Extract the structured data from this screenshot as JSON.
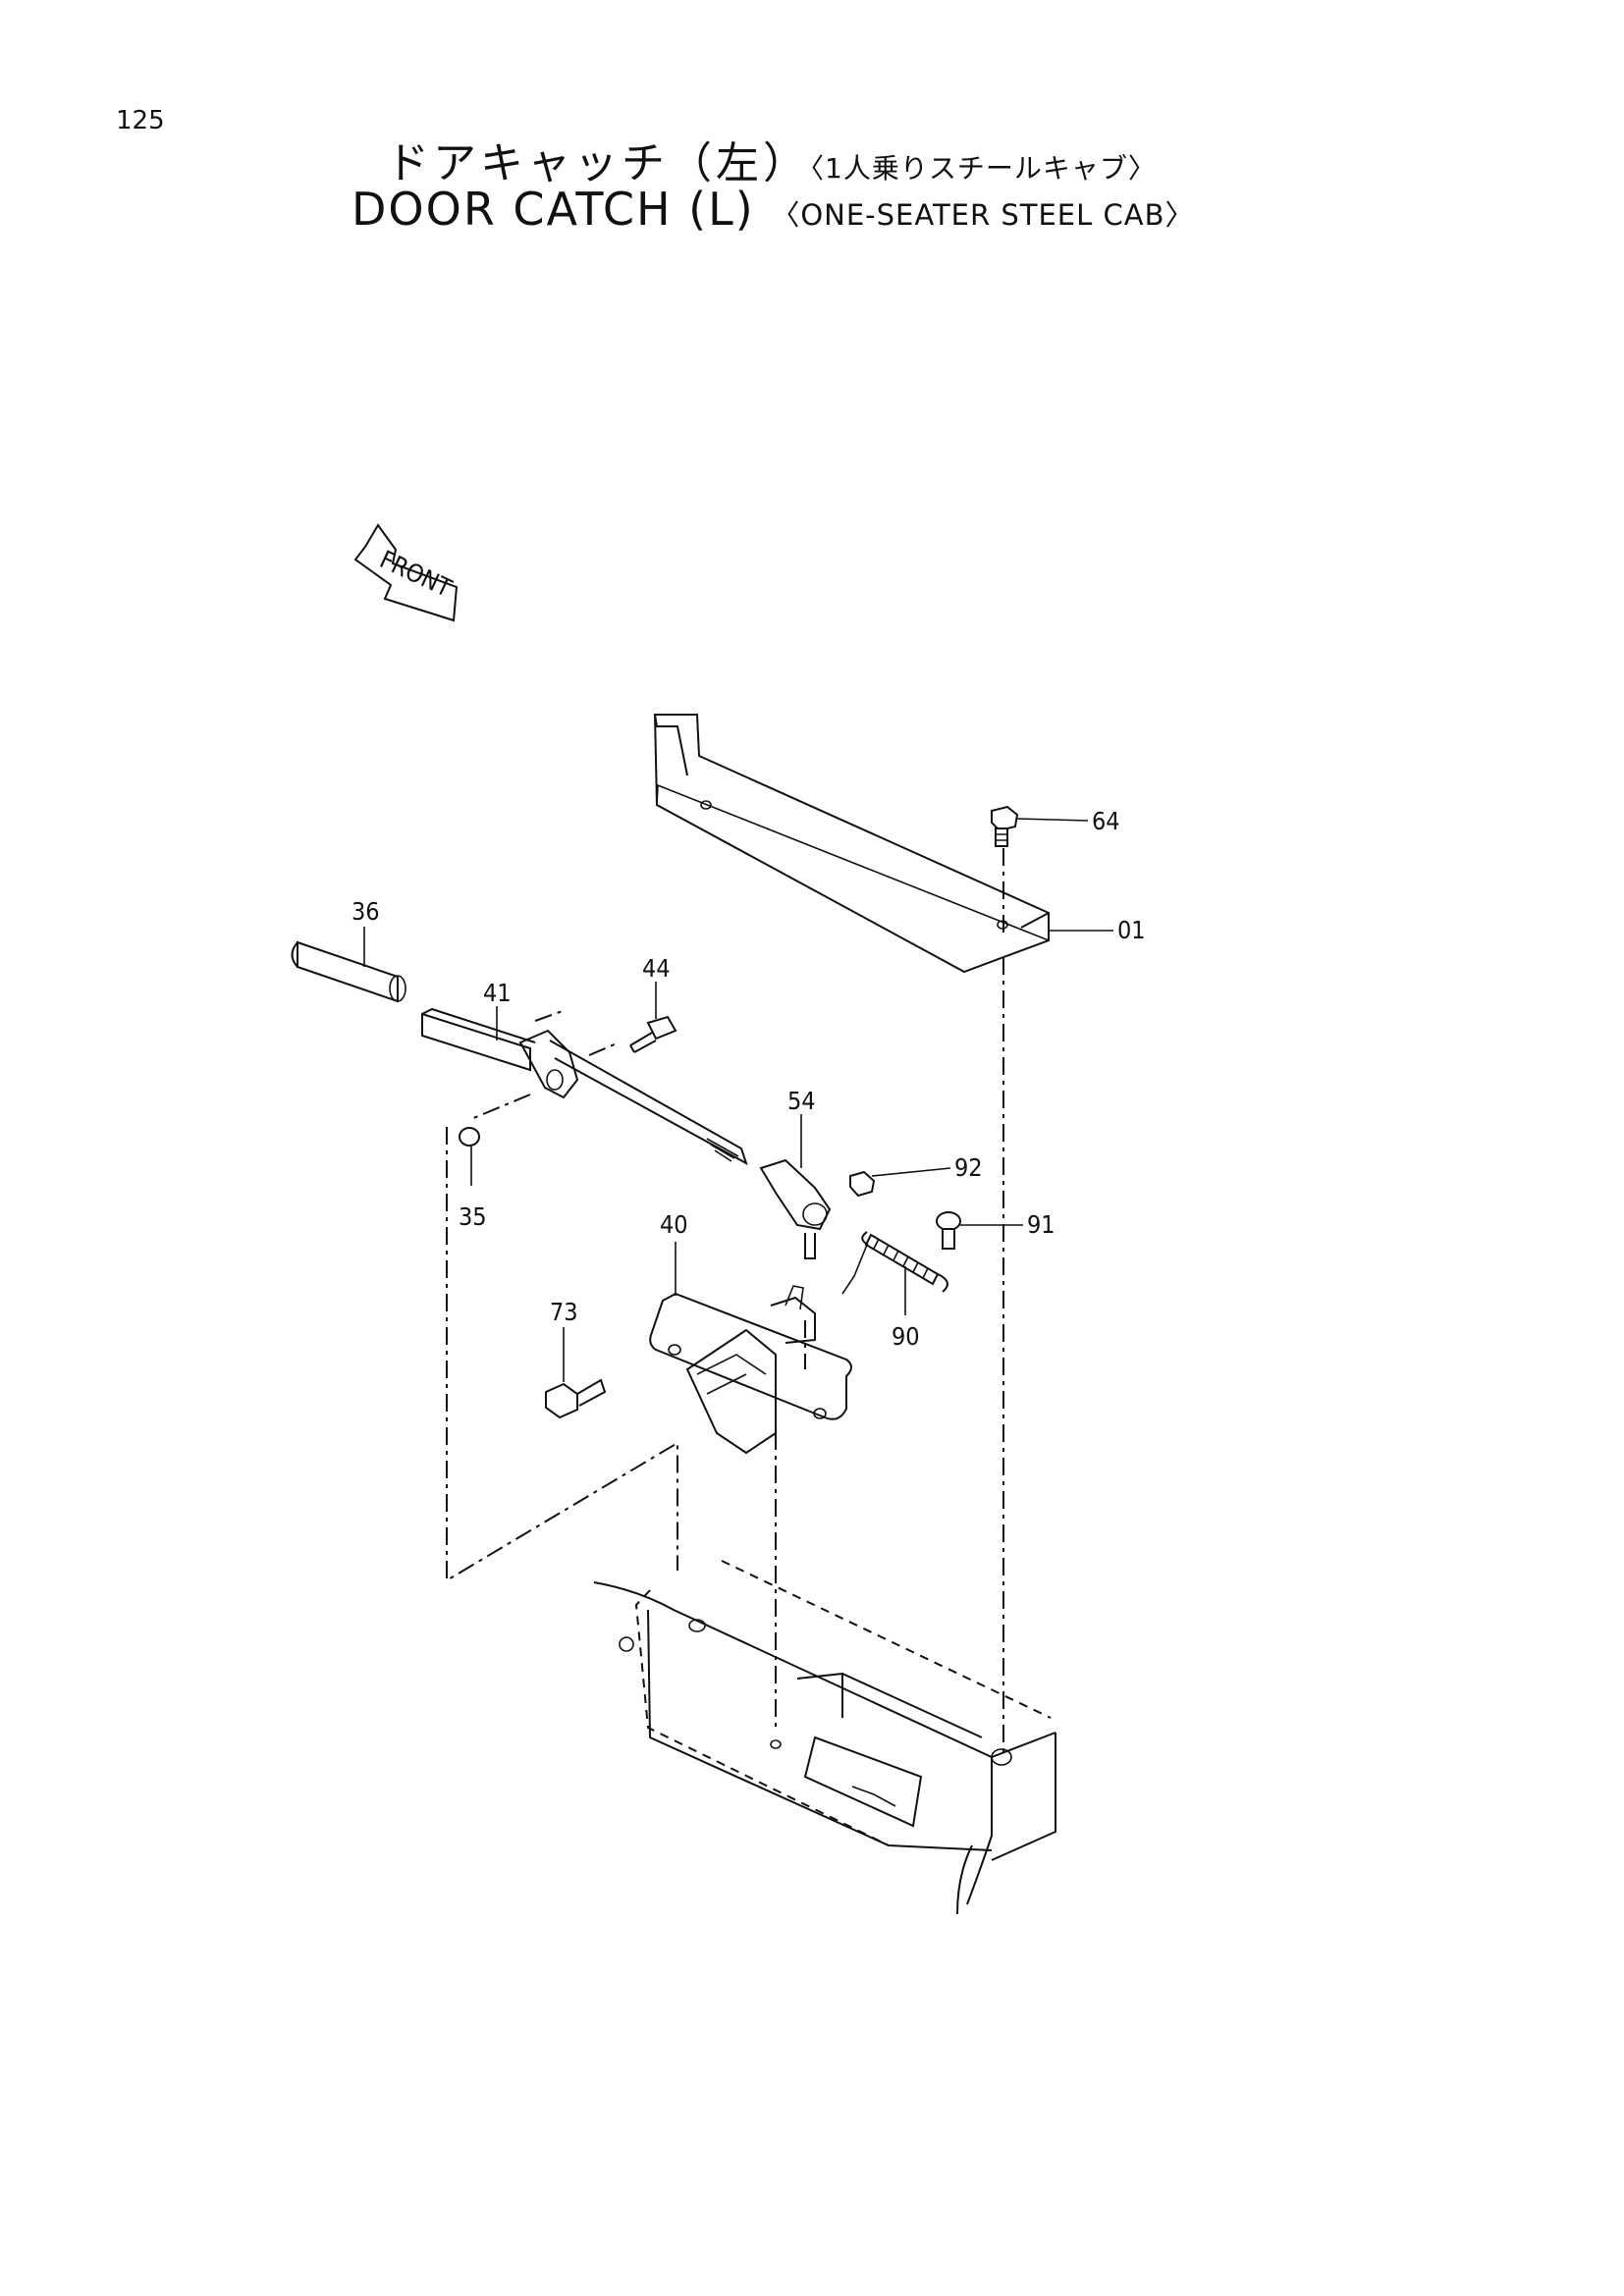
{
  "page_number": "125",
  "title_jp": "ドアキャッチ（左）",
  "title_jp_sub": "〈1人乗りスチールキャブ〉",
  "title_en": "DOOR CATCH (L)",
  "title_en_sub": "〈ONE-SEATER STEEL CAB〉",
  "front_label": "FRONT",
  "callouts": {
    "p01": "01",
    "p35": "35",
    "p36": "36",
    "p40": "40",
    "p41": "41",
    "p44": "44",
    "p54": "54",
    "p64": "64",
    "p73": "73",
    "p90": "90",
    "p91": "91",
    "p92": "92"
  }
}
